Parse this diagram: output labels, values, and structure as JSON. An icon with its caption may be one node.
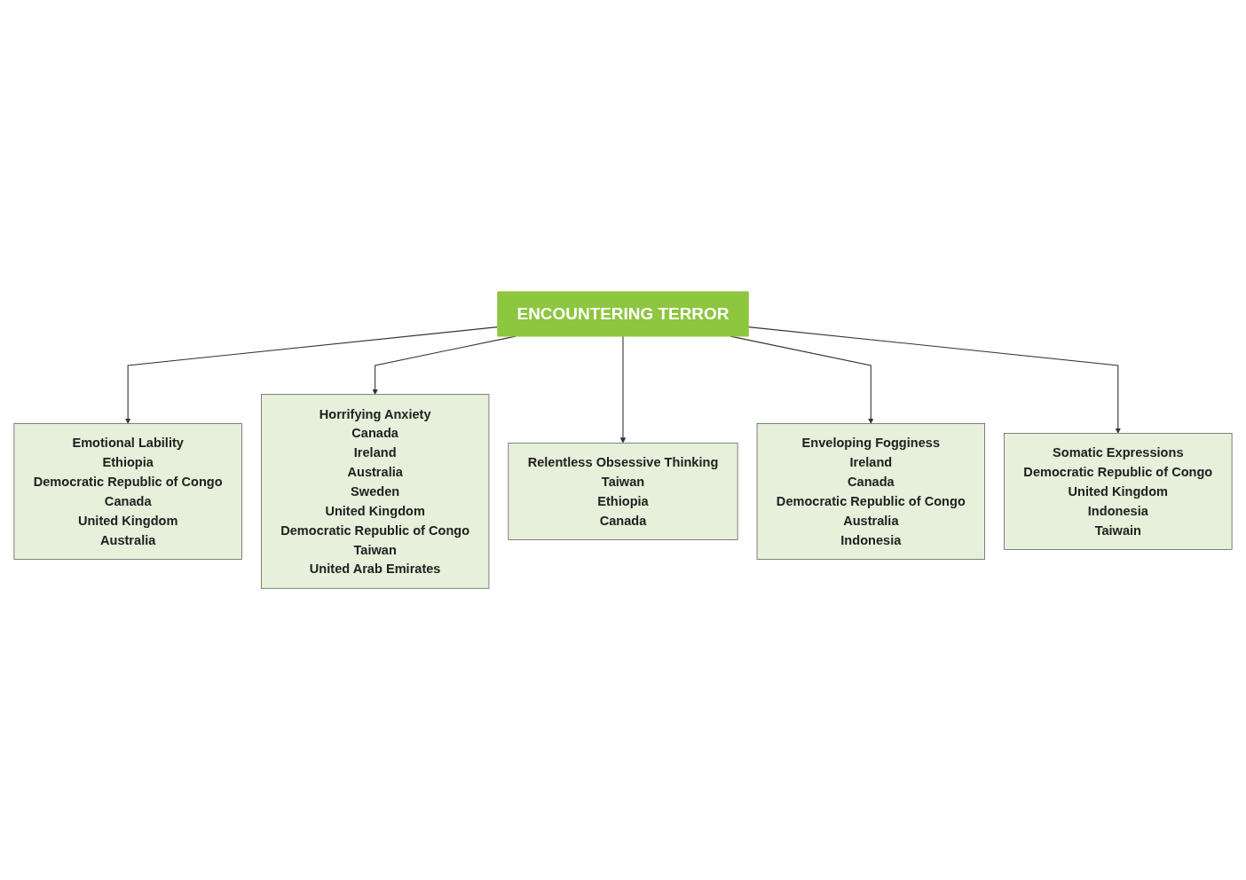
{
  "diagram": {
    "nodes": [
      {
        "text": [
          "ENCOUNTERING TERROR"
        ]
      },
      {
        "text": [
          "Emotional Lability",
          "Ethiopia",
          "Democratic Republic of Congo",
          "Canada",
          "United Kingdom",
          "Australia"
        ]
      },
      {
        "text": [
          "Horrifying Anxiety",
          "Canada",
          "Ireland",
          "Australia",
          "Sweden",
          "United Kingdom",
          "Democratic Republic of Congo",
          "Taiwan",
          "United Arab Emirates"
        ]
      },
      {
        "text": [
          "Relentless Obsessive Thinking",
          "Taiwan",
          "Ethiopia",
          "Canada"
        ]
      },
      {
        "text": [
          "Enveloping Fogginess",
          "Ireland",
          "Canada",
          "Democratic Republic of Congo",
          "Australia",
          "Indonesia"
        ]
      },
      {
        "text": [
          "Somatic Expressions",
          "Democratic Republic of Congo",
          "United Kingdom",
          "Indonesia",
          "Taiwain"
        ]
      }
    ],
    "edges": [
      {
        "from": 0,
        "to": 1,
        "arrow": "to"
      },
      {
        "from": 0,
        "to": 2,
        "arrow": "to"
      },
      {
        "from": 0,
        "to": 3,
        "arrow": "to"
      },
      {
        "from": 0,
        "to": 4,
        "arrow": "to"
      },
      {
        "from": 0,
        "to": 5,
        "arrow": "to"
      }
    ]
  }
}
